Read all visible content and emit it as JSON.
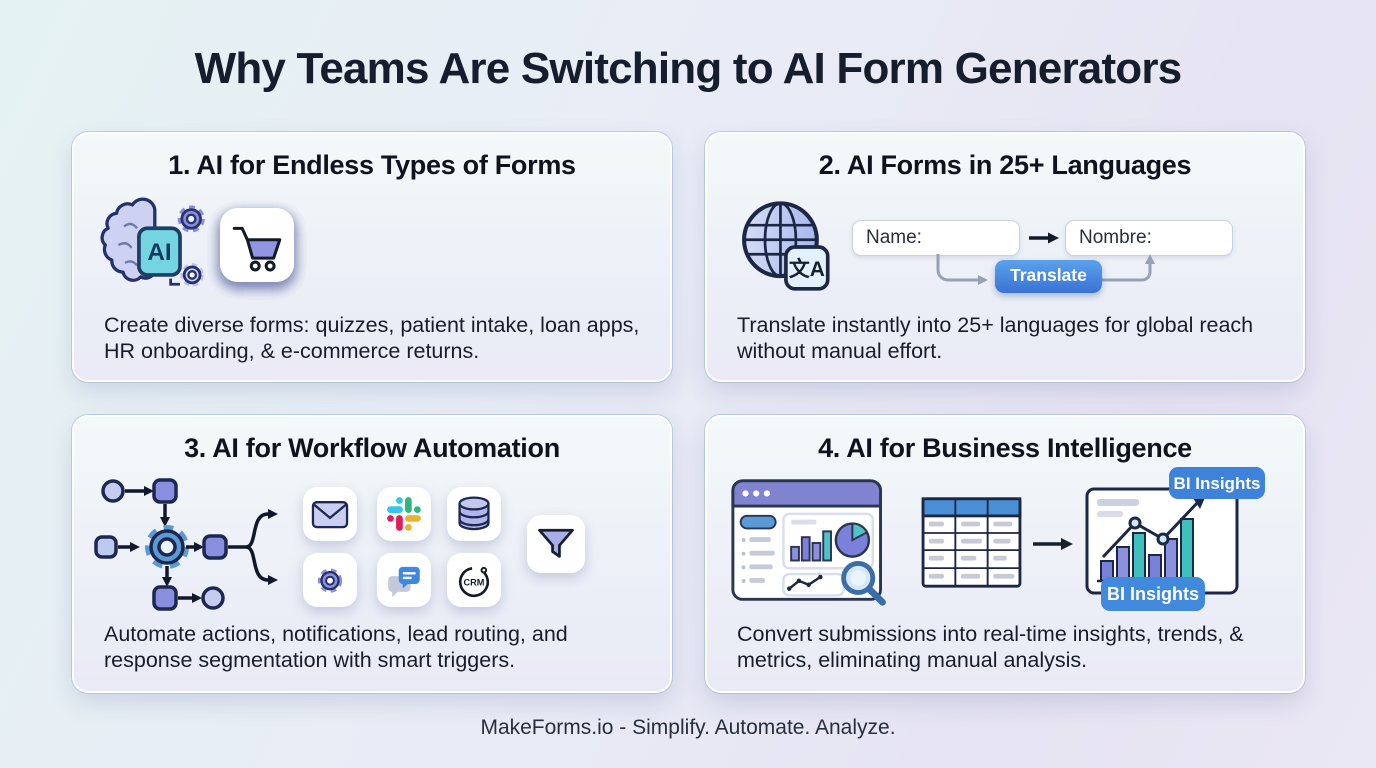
{
  "page": {
    "title": "Why Teams Are Switching to AI Form Generators",
    "footer": "MakeForms.io - Simplify. Automate. Analyze."
  },
  "colors": {
    "accent_blue": "#3f82d9",
    "purple": "#8a8ede",
    "teal": "#3fc0bd",
    "navy_text": "#141b28",
    "card_border": "#ffffff"
  },
  "cards": {
    "forms": {
      "title": "1. AI for Endless Types of Forms",
      "body": "Create diverse forms: quizzes, patient intake, loan apps, HR onboarding, & e-commerce returns.",
      "ai_chip_label": "AI",
      "icon_names": [
        "ai-brain-gears",
        "graduation-cap",
        "stethoscope",
        "coins-shield",
        "briefcase",
        "shopping-cart"
      ]
    },
    "languages": {
      "title": "2. AI Forms in 25+ Languages",
      "body": "Translate instantly into 25+ languages for global reach without manual effort.",
      "source_label": "Name:",
      "target_label": "Nombre:",
      "translate_button": "Translate",
      "globe_badge": "文A"
    },
    "automation": {
      "title": "3. AI for Workflow Automation",
      "body": "Automate actions, notifications, lead routing, and response segmentation with smart triggers.",
      "crm_label": "CRM",
      "icon_names": [
        "workflow-diagram",
        "email",
        "slack",
        "database",
        "gear",
        "chat",
        "crm",
        "filter"
      ]
    },
    "intelligence": {
      "title": "4. AI for Business Intelligence",
      "body": "Convert submissions into real-time insights, trends, & metrics, eliminating manual analysis.",
      "badge_top": "BI Insights",
      "badge_bottom": "BI Insights",
      "icon_names": [
        "analytics-dashboard",
        "data-table",
        "insights-chart"
      ]
    }
  }
}
